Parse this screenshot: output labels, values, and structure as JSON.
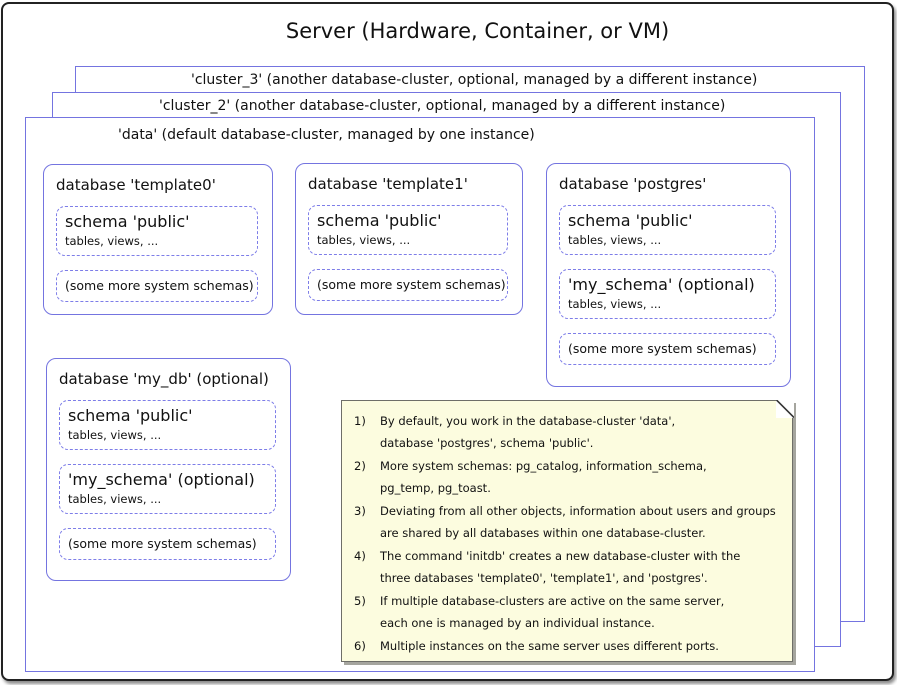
{
  "title": "Server (Hardware, Container, or VM)",
  "clusters": {
    "cluster_3": {
      "label": "'cluster_3' (another database-cluster, optional, managed by a different instance)"
    },
    "cluster_2": {
      "label": "'cluster_2' (another database-cluster, optional, managed by a different instance)"
    },
    "data": {
      "label": "'data' (default database-cluster, managed by one instance)"
    }
  },
  "databases": [
    {
      "title": "database 'template0'",
      "schemas": [
        {
          "title": "schema 'public'",
          "sub": "tables, views, ..."
        },
        {
          "title": "(some more system schemas)"
        }
      ]
    },
    {
      "title": "database 'template1'",
      "schemas": [
        {
          "title": "schema 'public'",
          "sub": "tables, views, ..."
        },
        {
          "title": "(some more system schemas)"
        }
      ]
    },
    {
      "title": "database 'postgres'",
      "schemas": [
        {
          "title": "schema 'public'",
          "sub": "tables, views, ..."
        },
        {
          "title": "'my_schema' (optional)",
          "sub": "tables, views, ..."
        },
        {
          "title": "(some more system schemas)"
        }
      ]
    },
    {
      "title": "database 'my_db' (optional)",
      "schemas": [
        {
          "title": "schema 'public'",
          "sub": "tables, views, ..."
        },
        {
          "title": "'my_schema' (optional)",
          "sub": "tables, views, ..."
        },
        {
          "title": "(some more system schemas)"
        }
      ]
    }
  ],
  "note": {
    "items": [
      {
        "num": "1)",
        "text": "By default, you work in the database-cluster 'data',\ndatabase 'postgres', schema 'public'."
      },
      {
        "num": "2)",
        "text": "More system schemas: pg_catalog, information_schema,\npg_temp, pg_toast."
      },
      {
        "num": "3)",
        "text": "Deviating from all other objects, information about users and groups\nare shared by all databases within one database-cluster."
      },
      {
        "num": "4)",
        "text": "The command 'initdb' creates a new database-cluster with the\nthree databases 'template0', 'template1', and 'postgres'."
      },
      {
        "num": "5)",
        "text": "If multiple database-clusters are active on the same server,\neach one is managed by an individual instance."
      },
      {
        "num": "6)",
        "text": "Multiple instances on the same server uses different ports."
      }
    ]
  },
  "colors": {
    "cluster_border": "#7474e0",
    "schema_border": "#7d7de8",
    "note_background": "#fcfcdf",
    "note_border": "#6e6e68",
    "note_shadow": "#a5a59e",
    "server_border": "#222222",
    "text": "#111111"
  }
}
